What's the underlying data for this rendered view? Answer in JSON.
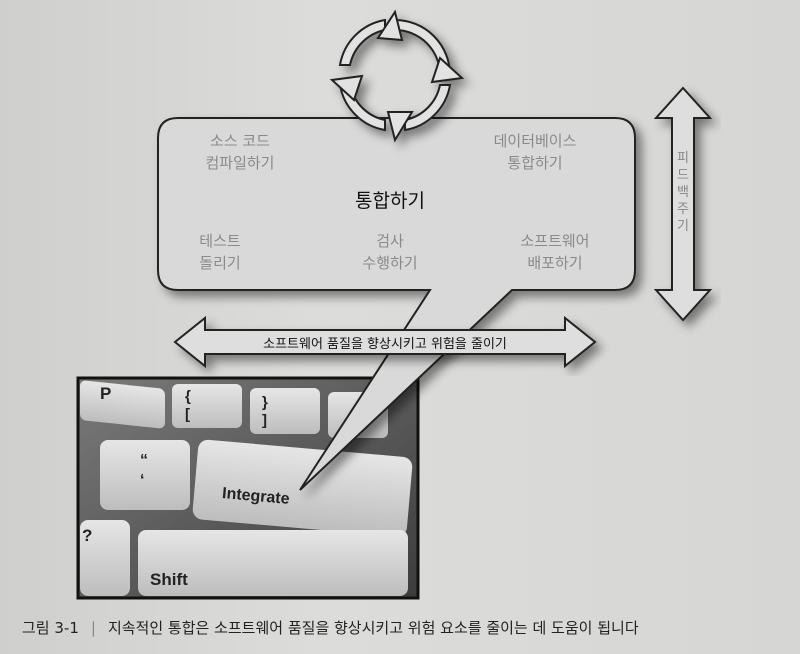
{
  "diagram": {
    "cycle_icon": "circular-arrows-icon",
    "center_label": "통합하기",
    "activities": [
      {
        "label": "소스 코드\n컴파일하기"
      },
      {
        "label": "데이터베이스\n통합하기"
      },
      {
        "label": "테스트\n돌리기"
      },
      {
        "label": "검사\n수행하기"
      },
      {
        "label": "소프트웨어\n배포하기"
      }
    ],
    "horizontal_arrow_label": "소프트웨어 품질을 향상시키고 위험을 줄이기",
    "vertical_arrow_label": "피드백 주기",
    "keyboard": {
      "keys": [
        "P",
        "{",
        "[",
        "}",
        "]",
        "“",
        "‘",
        "Integrate",
        "?",
        "Shift"
      ]
    }
  },
  "caption": {
    "number": "그림 3-1",
    "text": "지속적인 통합은 소프트웨어 품질을 향상시키고 위험 요소를 줄이는 데 도움이 됩니다"
  }
}
